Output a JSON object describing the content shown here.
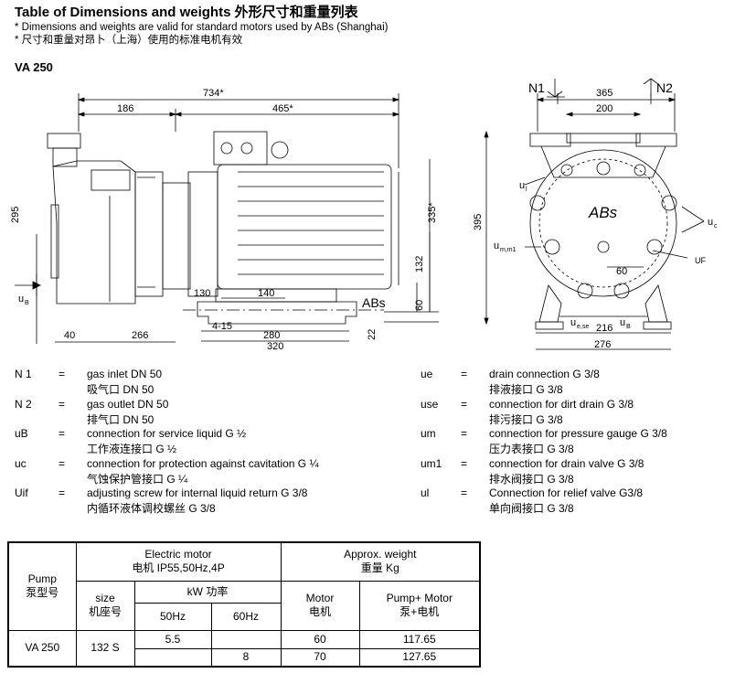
{
  "header": {
    "title": "Table of Dimensions and weights 外形尺寸和重量列表",
    "note_en": "* Dimensions and weights are valid for standard motors used by ABs (Shanghai)",
    "note_zh": "* 尺寸和重量对昂卜（上海）使用的标准电机有效",
    "model": "VA 250"
  },
  "drawing": {
    "dim_734": "734*",
    "dim_186": "186",
    "dim_465": "465*",
    "dim_295": "295",
    "dim_335": "335*",
    "dim_132": "132",
    "dim_60_left": "60",
    "dim_22": "22",
    "dim_130": "130",
    "dim_140": "140",
    "dim_4_15": "4-15",
    "dim_280": "280",
    "dim_320": "320",
    "dim_40": "40",
    "dim_266": "266",
    "label_uB_left": "u",
    "label_uB_left_sub": "B",
    "brand_left": "ABs",
    "N1": "N1",
    "N2": "N2",
    "dim_365": "365",
    "dim_200": "200",
    "dim_395": "395",
    "dim_60_right": "60",
    "dim_216": "216",
    "dim_276": "276",
    "label_ul": "u",
    "label_ul_sub": "l",
    "label_uc": "u",
    "label_uc_sub": "c",
    "label_um": "u",
    "label_um_sub": "m,m1",
    "label_uf": "UF",
    "label_use": "u",
    "label_use_sub": "e,se",
    "label_uB_right": "u",
    "label_uB_right_sub": "B",
    "brand_right": "ABs"
  },
  "legend_left": [
    {
      "sym": "N 1",
      "eq": "=",
      "en": "gas inlet  DN 50",
      "zh": "吸气口  DN 50"
    },
    {
      "sym": "N 2",
      "eq": "=",
      "en": "gas outlet  DN 50",
      "zh": "排气口  DN 50"
    },
    {
      "sym": "uB",
      "eq": "=",
      "en": "connection for service liquid  G ½",
      "zh": "工作液连接口  G ½"
    },
    {
      "sym": "uc",
      "eq": "=",
      "en": "connection for protection against cavitation  G ¼",
      "zh": "气蚀保护管接口  G ¼"
    },
    {
      "sym": "Uif",
      "eq": "=",
      "en": "adjusting screw for internal liquid return  G 3/8",
      "zh": "内循环液体调校螺丝  G 3/8"
    }
  ],
  "legend_right": [
    {
      "sym": "ue",
      "eq": "=",
      "en": "drain connection  G 3/8",
      "zh": "排液接口  G 3/8"
    },
    {
      "sym": "use",
      "eq": "=",
      "en": "connection for dirt drain  G 3/8",
      "zh": "排污接口  G 3/8"
    },
    {
      "sym": "um",
      "eq": "=",
      "en": "connection for pressure gauge G 3/8",
      "zh": "压力表接口  G 3/8"
    },
    {
      "sym": "um1",
      "eq": "=",
      "en": "connection for drain valve G 3/8",
      "zh": "排水阀接口  G 3/8"
    },
    {
      "sym": "ul",
      "eq": "=",
      "en": "Connection for relief valve G3/8",
      "zh": "单向阀接口  G 3/8"
    }
  ],
  "table": {
    "pump_en": "Pump",
    "pump_zh": "泵型号",
    "motor_en": "Electric motor",
    "motor_zh": "电机 IP55,50Hz,4P",
    "weight_en": "Approx. weight",
    "weight_zh": "重量 Kg",
    "size_en": "size",
    "size_zh": "机座号",
    "kw": "kW 功率",
    "hz50": "50Hz",
    "hz60": "60Hz",
    "motor_col_en": "Motor",
    "motor_col_zh": "电机",
    "pm_en": "Pump+ Motor",
    "pm_zh": "泵+电机",
    "row_pump": "VA 250",
    "row_size": "132 S",
    "r1_50": "5.5",
    "r1_60": "",
    "r1_motor": "60",
    "r1_pm": "117.65",
    "r2_50": "",
    "r2_60": "8",
    "r2_motor": "70",
    "r2_pm": "127.65"
  }
}
